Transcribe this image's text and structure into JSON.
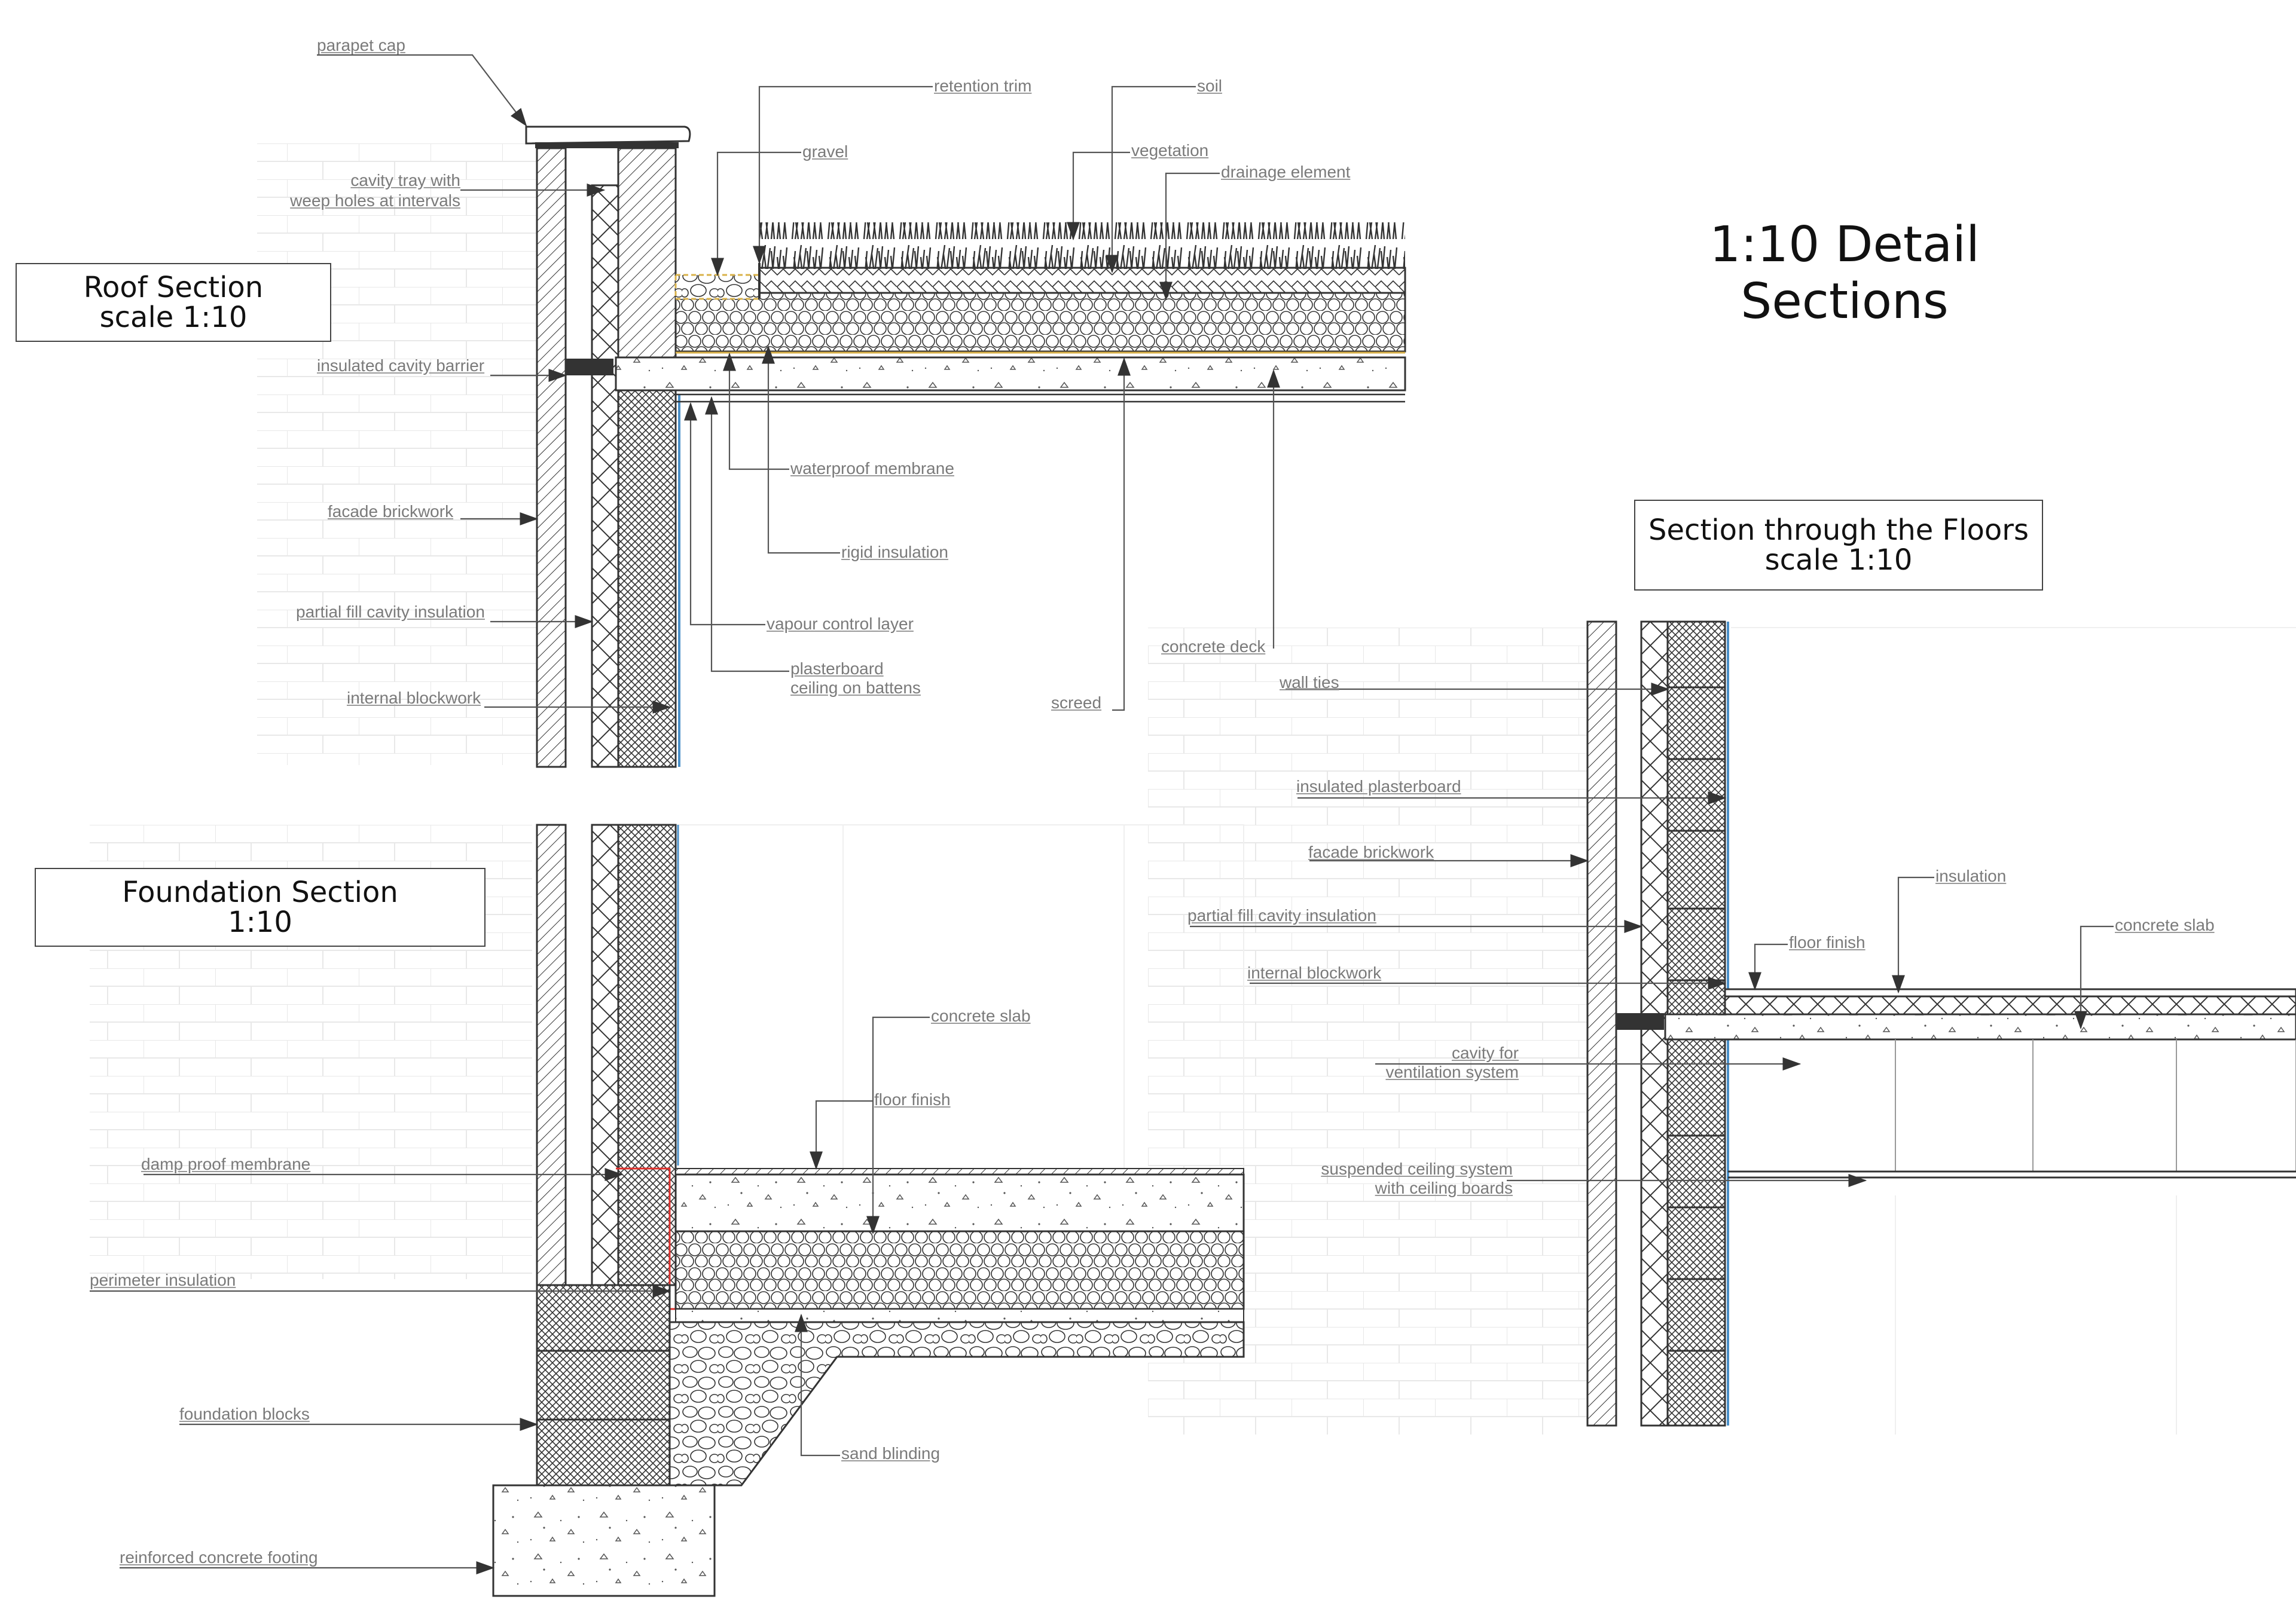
{
  "sheet_title": "1:10 Detail Sections",
  "roof": {
    "title": "Roof Section",
    "scale": "scale 1:10",
    "labels": {
      "parapet_cap": "parapet cap",
      "retention_trim": "retention trim",
      "soil": "soil",
      "gravel": "gravel",
      "vegetation": "vegetation",
      "drainage_element": "drainage element",
      "cavity_tray_1": "cavity tray with",
      "cavity_tray_2": "weep holes at intervals",
      "insulated_cavity_barrier": "insulated cavity barrier",
      "waterproof_membrane": "waterproof membrane",
      "rigid_insulation": "rigid insulation",
      "facade_brickwork": "facade brickwork",
      "partial_fill": "partial fill cavity insulation",
      "vapour_control": "vapour control layer",
      "internal_blockwork": "internal blockwork",
      "plasterboard_1": "plasterboard",
      "plasterboard_2": "ceiling on battens",
      "screed": "screed",
      "concrete_deck": "concrete deck"
    }
  },
  "floors": {
    "title": "Section through the Floors",
    "scale": "scale 1:10",
    "labels": {
      "wall_ties": "wall ties",
      "insulated_plasterboard": "insulated plasterboard",
      "facade_brickwork": "facade brickwork",
      "insulation": "insulation",
      "partial_fill": "partial fill cavity insulation",
      "floor_finish": "floor finish",
      "concrete_slab": "concrete slab",
      "internal_blockwork": "internal blockwork",
      "cavity_vent_1": "cavity for",
      "cavity_vent_2": "ventilation system",
      "ceiling_1": "suspended ceiling system",
      "ceiling_2": "with ceiling boards"
    }
  },
  "foundation": {
    "title": "Foundation Section",
    "scale": "1:10",
    "labels": {
      "concrete_slab": "concrete slab",
      "floor_finish": "floor finish",
      "damp_proof": "damp proof membrane",
      "perimeter_insulation": "perimeter insulation",
      "foundation_blocks": "foundation blocks",
      "sand_blinding": "sand blinding",
      "footing": "reinforced concrete footing"
    }
  },
  "colors": {
    "line": "#333333",
    "leader": "#555555",
    "label": "#7a7a7a",
    "grid": "#e6e6e6",
    "dpm": "#e0302c",
    "barrier": "#d9b24a",
    "vcl": "#4a90c8"
  }
}
